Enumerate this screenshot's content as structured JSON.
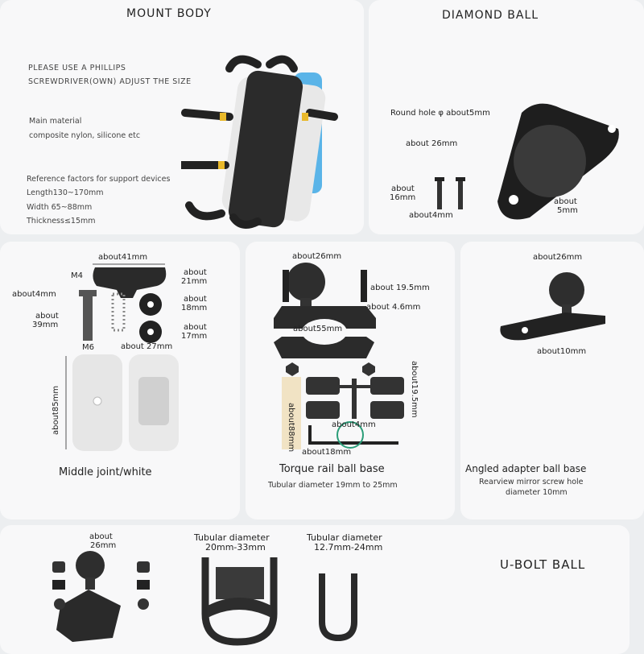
{
  "mount_body": {
    "title": "MOUNT BODY",
    "note_line1": "PLEASE USE A PHILLIPS",
    "note_line2": "SCREWDRIVER(OWN) ADJUST THE SIZE",
    "material_label": "Main material",
    "material_value": "composite nylon, silicone etc",
    "ref_label": "Reference factors for support devices",
    "length": "Length130~170mm",
    "width": "Width 65~88mm",
    "thickness": "Thickness≤15mm"
  },
  "diamond_ball": {
    "title": "DIAMOND BALL",
    "hole": "Round hole φ about5mm",
    "ball": "about 26mm",
    "screw_len": "about\n16mm",
    "screw_len_1": "about",
    "screw_len_2": "16mm",
    "screw_w": "about4mm",
    "hole2_1": "about",
    "hole2_2": "5mm"
  },
  "middle_joint": {
    "caption": "Middle joint/white",
    "knob_w": "about41mm",
    "knob_h1": "about",
    "knob_h2": "21mm",
    "m4": "M4",
    "bolt_head": "about4mm",
    "bolt_len1": "about",
    "bolt_len2": "39mm",
    "washer1_1": "about",
    "washer1_2": "18mm",
    "washer2_1": "about",
    "washer2_2": "17mm",
    "m6": "M6",
    "body_w": "about 27mm",
    "body_h": "about85mm"
  },
  "torque_rail": {
    "caption": "Torque rail ball base",
    "subcaption": "Tubular diameter 19mm to 25mm",
    "ball": "about26mm",
    "screw_len": "about 19.5mm",
    "screw_d": "about 4.6mm",
    "clamp_w": "about55mm",
    "pad_h": "about19.5mm",
    "wrench_len": "about88mm",
    "hex": "about4mm",
    "wrench_w": "about18mm"
  },
  "angled_adapter": {
    "caption": "Angled adapter ball base",
    "sub1": "Rearview mirror screw hole",
    "sub2": "diameter 10mm",
    "ball": "about26mm",
    "hole": "about10mm"
  },
  "u_bolt": {
    "title": "U-BOLT BALL",
    "ball1": "about",
    "ball2": "26mm",
    "tube1_1": "Tubular diameter",
    "tube1_2": "20mm-33mm",
    "tube2_1": "Tubular diameter",
    "tube2_2": "12.7mm-24mm"
  }
}
